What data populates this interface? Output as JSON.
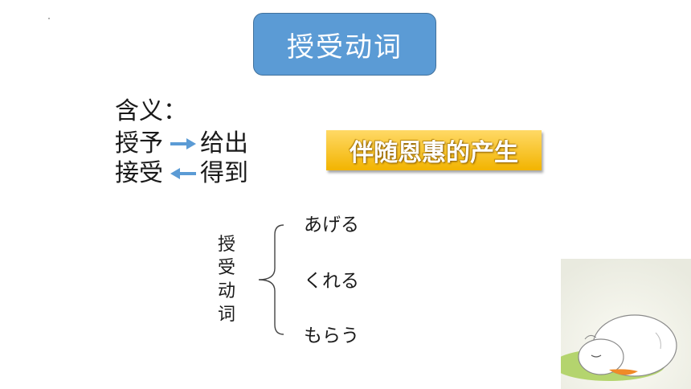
{
  "title": "授受动词",
  "definition": {
    "heading": "含义：",
    "rows": [
      {
        "left": "授予",
        "right": "给出",
        "direction": "right"
      },
      {
        "left": "接受",
        "right": "得到",
        "direction": "left"
      }
    ]
  },
  "badge": "伴随恩惠的产生",
  "diagram": {
    "label_chars": [
      "授",
      "受",
      "动",
      "词"
    ],
    "verbs": [
      "あげる",
      "くれる",
      "もらう"
    ]
  },
  "colors": {
    "title_box": "#5b9bd5",
    "arrow": "#5b9bd5",
    "badge": "#f2b400"
  },
  "illustration": "sleeping-cartoon-creature"
}
